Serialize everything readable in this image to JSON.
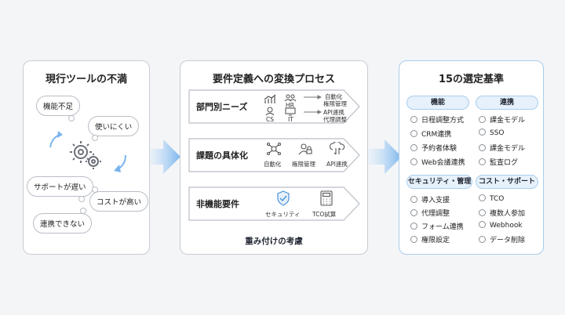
{
  "panel1": {
    "title": "現行ツールの不満",
    "bubbles": [
      "機能不足",
      "使いにくい",
      "サポートが遅い",
      "コストが高い",
      "連携できない"
    ]
  },
  "panel2": {
    "title": "要件定義への変換プロセス",
    "rows": [
      {
        "label": "部門別ニーズ",
        "depts": [
          "HR",
          "CS",
          "IT"
        ],
        "outputs": [
          "自動化",
          "権限管理",
          "API連携",
          "代理調整"
        ]
      },
      {
        "label": "課題の具体化",
        "items": [
          "自動化",
          "権限管理",
          "API連携"
        ]
      },
      {
        "label": "非機能要件",
        "items": [
          "セキュリティ",
          "TCO試算"
        ]
      }
    ],
    "footer": "重み付けの考慮"
  },
  "panel3": {
    "title": "15の選定基準",
    "groups": [
      {
        "title": "機能",
        "items": [
          "日程調整方式",
          "CRM連携",
          "予約者体験",
          "Web会議連携"
        ]
      },
      {
        "title": "連携",
        "items": [
          "課金モデル",
          "SSO",
          "課金モデル",
          "監査ログ"
        ]
      },
      {
        "title": "セキュリティ・管理",
        "items": [
          "導入支援",
          "代理調整",
          "フォーム連携",
          "権限設定"
        ]
      },
      {
        "title": "コスト・サポート",
        "items": [
          "TCO",
          "複数人参加",
          "Webhook",
          "データ削除"
        ]
      }
    ]
  },
  "colors": {
    "accent_blue": "#4a90d9",
    "light_blue": "#e6f1fb",
    "border_gray": "#c9ccd2"
  }
}
